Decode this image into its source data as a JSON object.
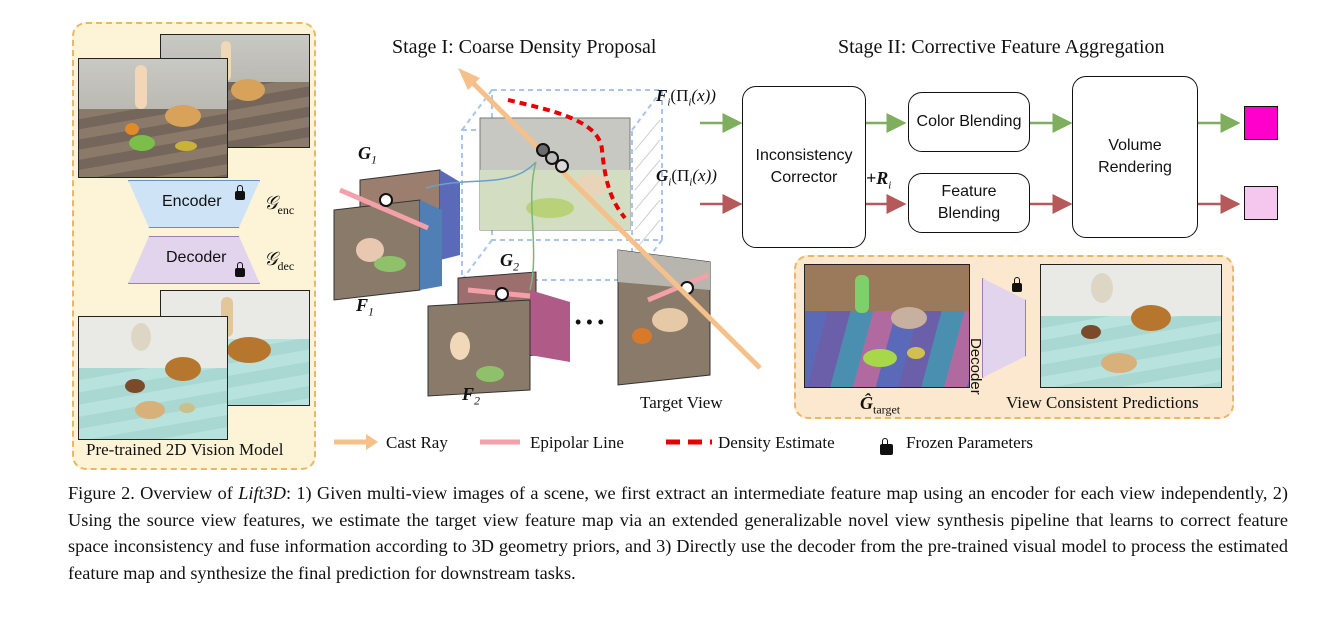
{
  "left_panel": {
    "encoder_label": "Encoder",
    "encoder_symbol": "𝒢",
    "encoder_sub": "enc",
    "decoder_label": "Decoder",
    "decoder_symbol": "𝒢",
    "decoder_sub": "dec",
    "title": "Pre-trained 2D Vision Model"
  },
  "stage1": {
    "title": "Stage I: Coarse Density Proposal",
    "g1": "G",
    "g1_sub": "1",
    "f1": "F",
    "f1_sub": "1",
    "g2": "G",
    "g2_sub": "2",
    "f2": "F",
    "f2_sub": "2",
    "ellipsis": "• • •",
    "target_view": "Target View"
  },
  "stage2": {
    "title": "Stage II: Corrective Feature Aggregation",
    "input_f": "F",
    "input_f_rest": "(Π",
    "input_f_tail": "(x))",
    "input_g": "G",
    "input_g_rest": "(Π",
    "input_g_tail": "(x))",
    "sub_i": "i",
    "corrector": "Inconsistency Corrector",
    "plus_r": "+R",
    "color_blending": "Color Blending",
    "feature_blending": "Feature Blending",
    "volume_rendering": "Volume Rendering",
    "color_out": "#ff00cc",
    "feature_out": "#f5c6ee"
  },
  "output_panel": {
    "decoder_label": "Decoder",
    "g_target": "Ĝ",
    "g_target_sub": "target",
    "predictions": "View Consistent Predictions"
  },
  "legend": {
    "cast_ray": "Cast Ray",
    "epipolar_line": "Epipolar Line",
    "density_estimate": "Density Estimate",
    "frozen_parameters": "Frozen Parameters",
    "cast_ray_color": "#f5c08a",
    "epipolar_color": "#f4a0a8",
    "density_color": "#e60000"
  },
  "caption": {
    "prefix": "Figure 2. Overview of ",
    "method": "Lift3D",
    "text": ": 1) Given multi-view images of a scene, we first extract an intermediate feature map using an encoder for each view independently, 2) Using the source view features, we estimate the target view feature map via an extended generalizable novel view synthesis pipeline that learns to correct feature space inconsistency and fuse information according to 3D geometry priors, and 3) Directly use the decoder from the pre-trained visual model to process the estimated feature map and synthesize the final prediction for downstream tasks."
  }
}
